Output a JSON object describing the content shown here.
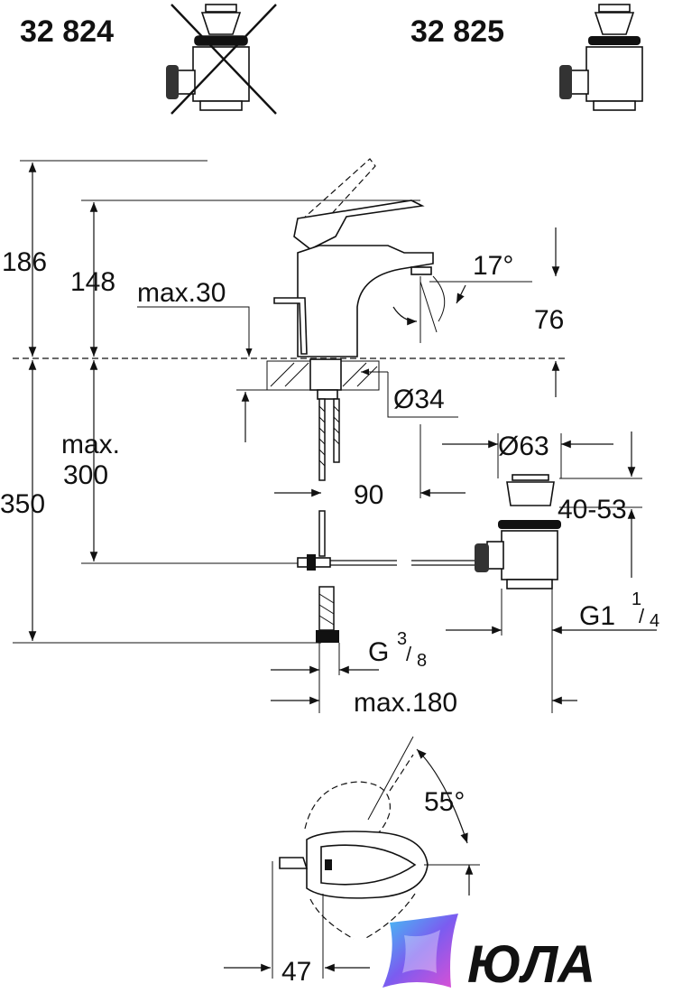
{
  "models": {
    "variant_a": "32 824",
    "variant_b": "32 825"
  },
  "dimensions": {
    "d186": "186",
    "d148": "148",
    "max30": "max.30",
    "angle17": "17°",
    "d76": "76",
    "dia34": "Ø34",
    "max300_line1": "max.",
    "max300_line2": "300",
    "d350": "350",
    "dia63": "Ø63",
    "d90": "90",
    "range40_53": "40-53",
    "g114_main": "G1",
    "g114_num": "1",
    "g114_den": "4",
    "g38_main": "G",
    "g38_num": "3",
    "g38_den": "8",
    "max180": "max.180",
    "angle55": "55°",
    "d47": "47"
  },
  "logo": {
    "text": "ЮЛА",
    "colors": [
      "#3ec7f4",
      "#7b5cf0",
      "#e04fd3"
    ]
  },
  "colors": {
    "line": "#111111",
    "background": "#ffffff"
  }
}
